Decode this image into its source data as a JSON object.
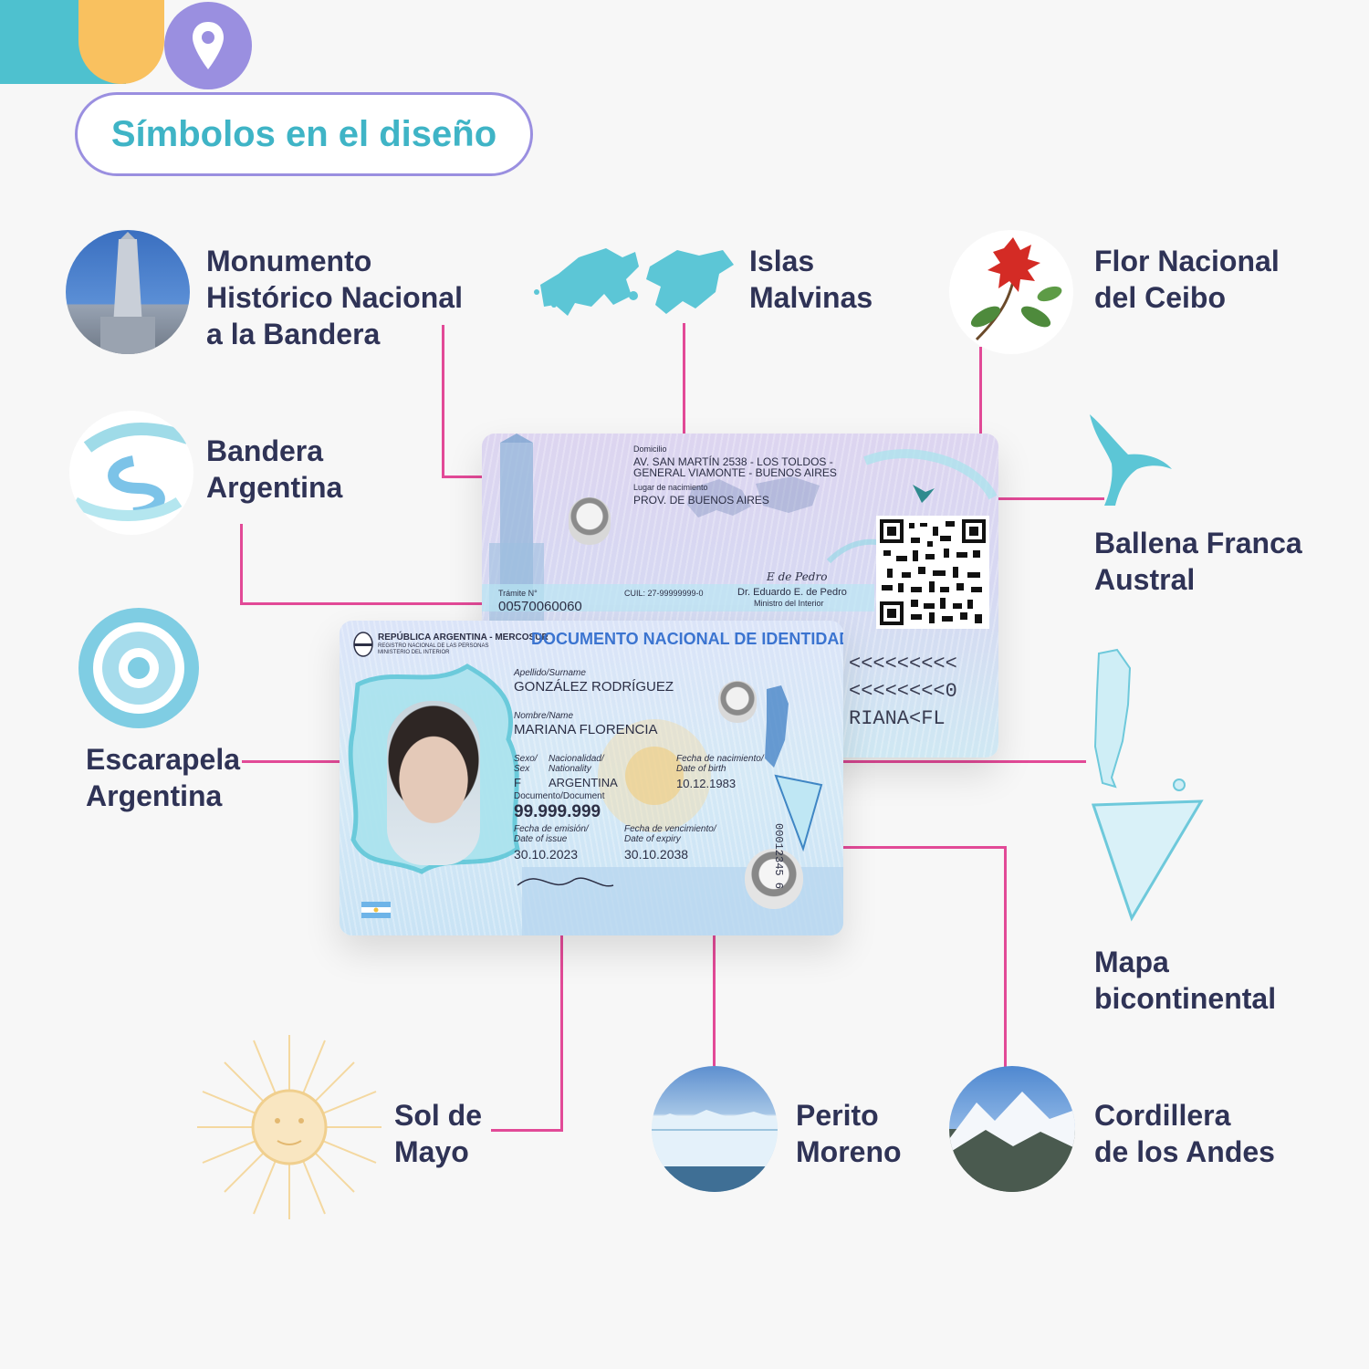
{
  "title": "Símbolos en el diseño",
  "colors": {
    "teal": "#4ec1cf",
    "yellow": "#f9c15f",
    "purple": "#9a8fe0",
    "connector": "#e24a97",
    "label": "#2f3356"
  },
  "icons": {
    "header": "location-pin-icon"
  },
  "symbols": {
    "monumento": "Monumento\nHistórico Nacional\na la Bandera",
    "malvinas": "Islas\nMalvinas",
    "ceibo": "Flor Nacional\ndel Ceibo",
    "bandera": "Bandera\nArgentina",
    "ballena": "Ballena Franca\nAustral",
    "escarapela": "Escarapela\nArgentina",
    "mapa": "Mapa\nbicontinental",
    "sol": "Sol de\nMayo",
    "perito": "Perito\nMoreno",
    "cordillera": "Cordillera\nde los Andes"
  },
  "back_card": {
    "domicilio_label": "Domicilio",
    "domicilio_line1": "AV. SAN MARTÍN 2538 - LOS TOLDOS -",
    "domicilio_line2": "GENERAL VIAMONTE - BUENOS AIRES",
    "lugar_label": "Lugar de nacimiento",
    "lugar_value": "PROV. DE BUENOS AIRES",
    "tramite_label": "Trámite N°",
    "tramite_value": "00570060060",
    "cuil": "CUIL: 27-99999999-0",
    "signature": "E de Pedro",
    "signer": "Dr. Eduardo E. de Pedro",
    "signer_role": "Ministro del Interior",
    "mrz1": "<<<<<<<<<",
    "mrz2": "<<<<<<<<0",
    "mrz3": "RIANA<FL"
  },
  "front_card": {
    "republic": "REPÚBLICA ARGENTINA - MERCOSUR",
    "registry1": "REGISTRO NACIONAL DE LAS PERSONAS",
    "registry2": "MINISTERIO DEL INTERIOR",
    "doc_title": "DOCUMENTO NACIONAL DE IDENTIDAD",
    "surname_label": "Apellido/",
    "surname_label_en": "Surname",
    "surname": "GONZÁLEZ RODRÍGUEZ",
    "name_label": "Nombre/",
    "name_label_en": "Name",
    "name": "MARIANA FLORENCIA",
    "sex_label": "Sexo/",
    "sex_label_en": "Sex",
    "sex": "F",
    "nationality_label": "Nacionalidad/",
    "nationality_label_en": "Nationality",
    "nationality": "ARGENTINA",
    "dob_label": "Fecha de nacimiento/",
    "dob_label_en": "Date of birth",
    "dob": "10.12.1983",
    "document_label": "Documento/Document",
    "document": "99.999.999",
    "issue_label": "Fecha de emisión/",
    "issue_label_en": "Date of issue",
    "issue": "30.10.2023",
    "expiry_label": "Fecha de vencimiento/",
    "expiry_label_en": "Date of expiry",
    "expiry": "30.10.2038",
    "serial": "00012345 6"
  }
}
